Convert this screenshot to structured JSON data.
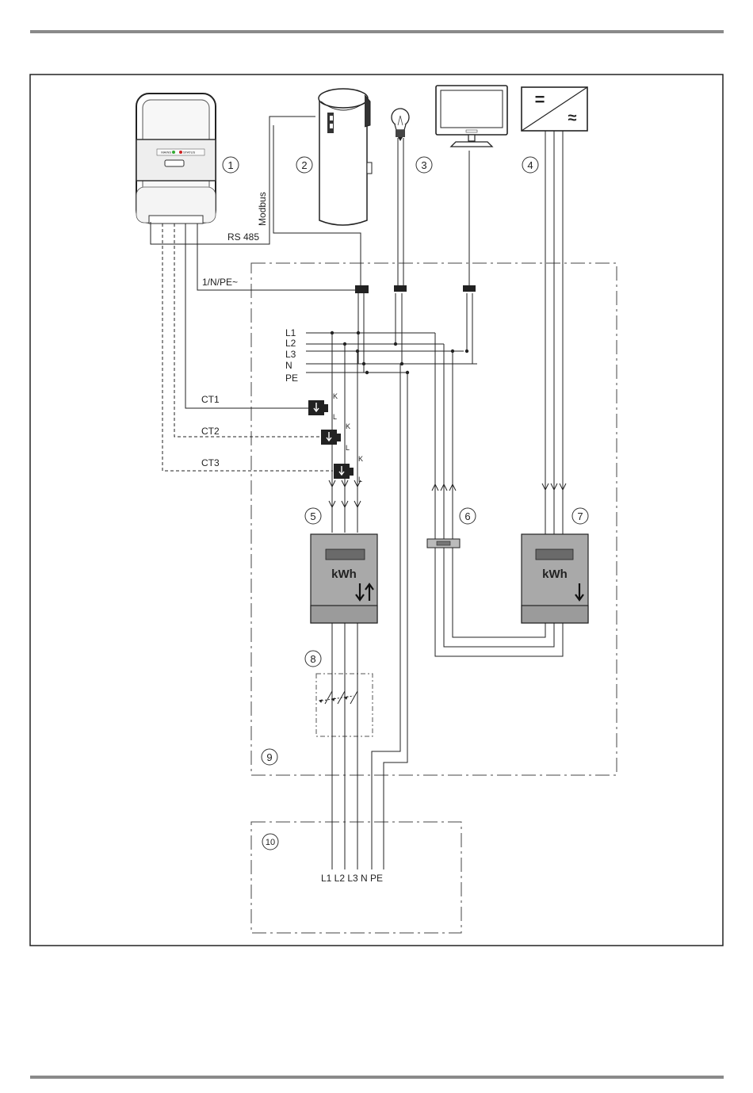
{
  "labels": {
    "modbus": "Modbus",
    "rs485": "RS 485",
    "supply": "1/N/PE~",
    "bus_l1": "L1",
    "bus_l2": "L2",
    "bus_l3": "L3",
    "bus_n": "N",
    "bus_pe": "PE",
    "ct1": "CT1",
    "ct2": "CT2",
    "ct3": "CT3",
    "ct_k": "K",
    "ct_l": "L",
    "meter_unit": "kWh",
    "grid_conductors": "L1 L2 L3 N PE",
    "led_mains": "MAINS",
    "led_status": "STATUS"
  },
  "callouts": [
    "1",
    "2",
    "3",
    "4",
    "5",
    "6",
    "7",
    "8",
    "9",
    "10"
  ],
  "inverter_symbols": {
    "dc": "=",
    "ac": "≈"
  },
  "meter_arrows": {
    "bidirectional": "↓↑",
    "consumption": "↓"
  },
  "colors": {
    "rule": "#8a8a8a",
    "line": "#222222",
    "meter_fill": "#a9a9a9",
    "meter_base": "#9b9b9b"
  }
}
